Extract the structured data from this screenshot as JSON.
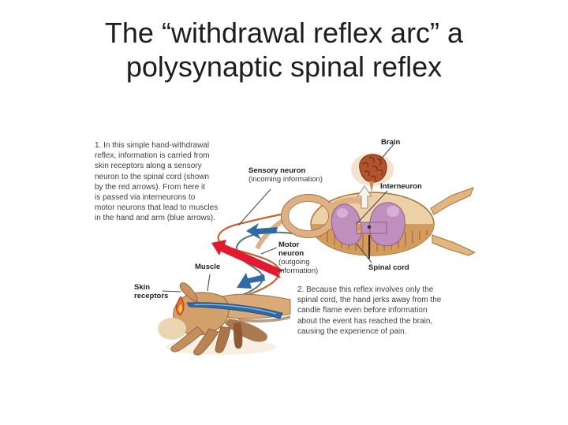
{
  "slide": {
    "title": "The “withdrawal reflex arc” a polysynaptic spinal reflex"
  },
  "figure": {
    "note1": "1. In this simple hand-withdrawal\nreflex, information is carried from\nskin receptors along a sensory\nneuron to the spinal cord (shown\nby the red arrows). From here it\nis passed via interneurons to\nmotor neurons that lead to muscles\nin the hand and arm (blue arrows).",
    "note2": "2. Because this reflex involves only the\nspinal cord, the hand jerks away from the\ncandle flame even before information\nabout the event has reached the brain,\ncausing the experience of pain.",
    "labels": {
      "brain": "Brain",
      "interneuron": "Interneuron",
      "sensory_neuron": "Sensory neuron",
      "sensory_neuron_sub": "(incoming information)",
      "motor_neuron": "Motor neuron",
      "motor_neuron_sub": "(outgoing information)",
      "spinal_cord": "Spinal cord",
      "muscle": "Muscle",
      "skin_receptors": "Skin receptors"
    },
    "colors": {
      "red_arrow": "#e01a30",
      "blue_arrow": "#2e6aa5",
      "gray_matter": "#c18fbe",
      "brain": "#b2552c",
      "cord_tan": "#ecd0a6",
      "nerve_tan": "#deb184"
    }
  }
}
